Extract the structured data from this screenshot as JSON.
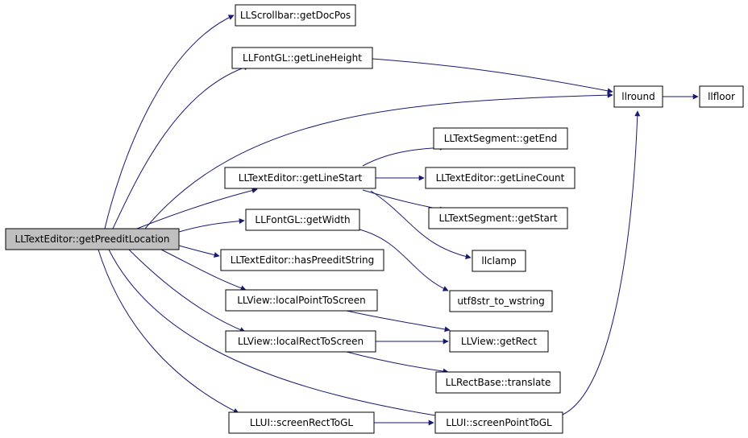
{
  "colors": {
    "edge": "#191970",
    "root_fill": "#bfbfbf",
    "node_fill": "#ffffff",
    "border": "#000000"
  },
  "nodes": {
    "root": "LLTextEditor::getPreeditLocation",
    "scrollbar_getdocpos": "LLScrollbar::getDocPos",
    "fontgl_getlineheight": "LLFontGL::getLineHeight",
    "llround": "llround",
    "llfloor": "llfloor",
    "textsegment_getend": "LLTextSegment::getEnd",
    "texteditor_getlinestart": "LLTextEditor::getLineStart",
    "texteditor_getlinecount": "LLTextEditor::getLineCount",
    "textsegment_getstart": "LLTextSegment::getStart",
    "fontgl_getwidth": "LLFontGL::getWidth",
    "llclamp": "llclamp",
    "texteditor_haspreeditstring": "LLTextEditor::hasPreeditString",
    "utf8str_to_wstring": "utf8str_to_wstring",
    "view_localpointtoscreen": "LLView::localPointToScreen",
    "view_getrect": "LLView::getRect",
    "view_localrecttoscreen": "LLView::localRectToScreen",
    "rectbase_translate": "LLRectBase::translate",
    "ui_screenrecttogl": "LLUI::screenRectToGL",
    "ui_screenpointtogl": "LLUI::screenPointToGL"
  }
}
